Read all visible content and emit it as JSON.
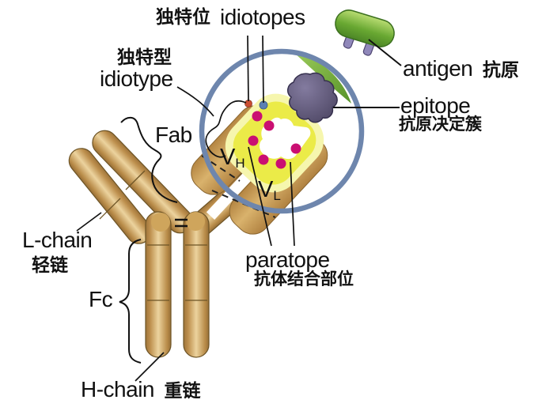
{
  "figure": {
    "description": "antibody structure diagram with magnified antigen-binding site",
    "labels": {
      "idiotope_cn": "独特位",
      "idiotopes": "idiotopes",
      "idiotype_cn": "独特型",
      "idiotype": "idiotype",
      "fab": "Fab",
      "l_chain": "L-chain",
      "l_chain_cn": "轻链",
      "fc": "Fc",
      "h_chain": "H-chain",
      "h_chain_cn": "重链",
      "antigen": "antigen",
      "antigen_cn": "抗原",
      "epitope": "epitope",
      "epitope_cn": "抗原决定簇",
      "paratope": "paratope",
      "paratope_cn": "抗体结合部位",
      "vh_main": "V",
      "vh_sub": "H",
      "vl_main": "V",
      "vl_sub": "L"
    },
    "colors": {
      "antibody_gold_mid": "#d2a55f",
      "antibody_gold_dark": "#a0763c",
      "antibody_gold_light": "#ecd39e",
      "domain_tan": "#d9b26c",
      "lens_ring_blue": "#6e86ad",
      "binding_site_yellow": "#ebeb48",
      "binding_site_halo": "#f6f6ae",
      "paratope_dot_magenta": "#ca0f72",
      "idiotope_dot_red": "#cb4e33",
      "idiotope_dot_blue": "#5c80b2",
      "antigen_green": "#69a832",
      "antigen_green_light": "#b9dc72",
      "epitope_purple": "#564e6e",
      "antigen_leg_purple": "#9088ba",
      "line_black": "#111111",
      "background": "#ffffff"
    }
  }
}
